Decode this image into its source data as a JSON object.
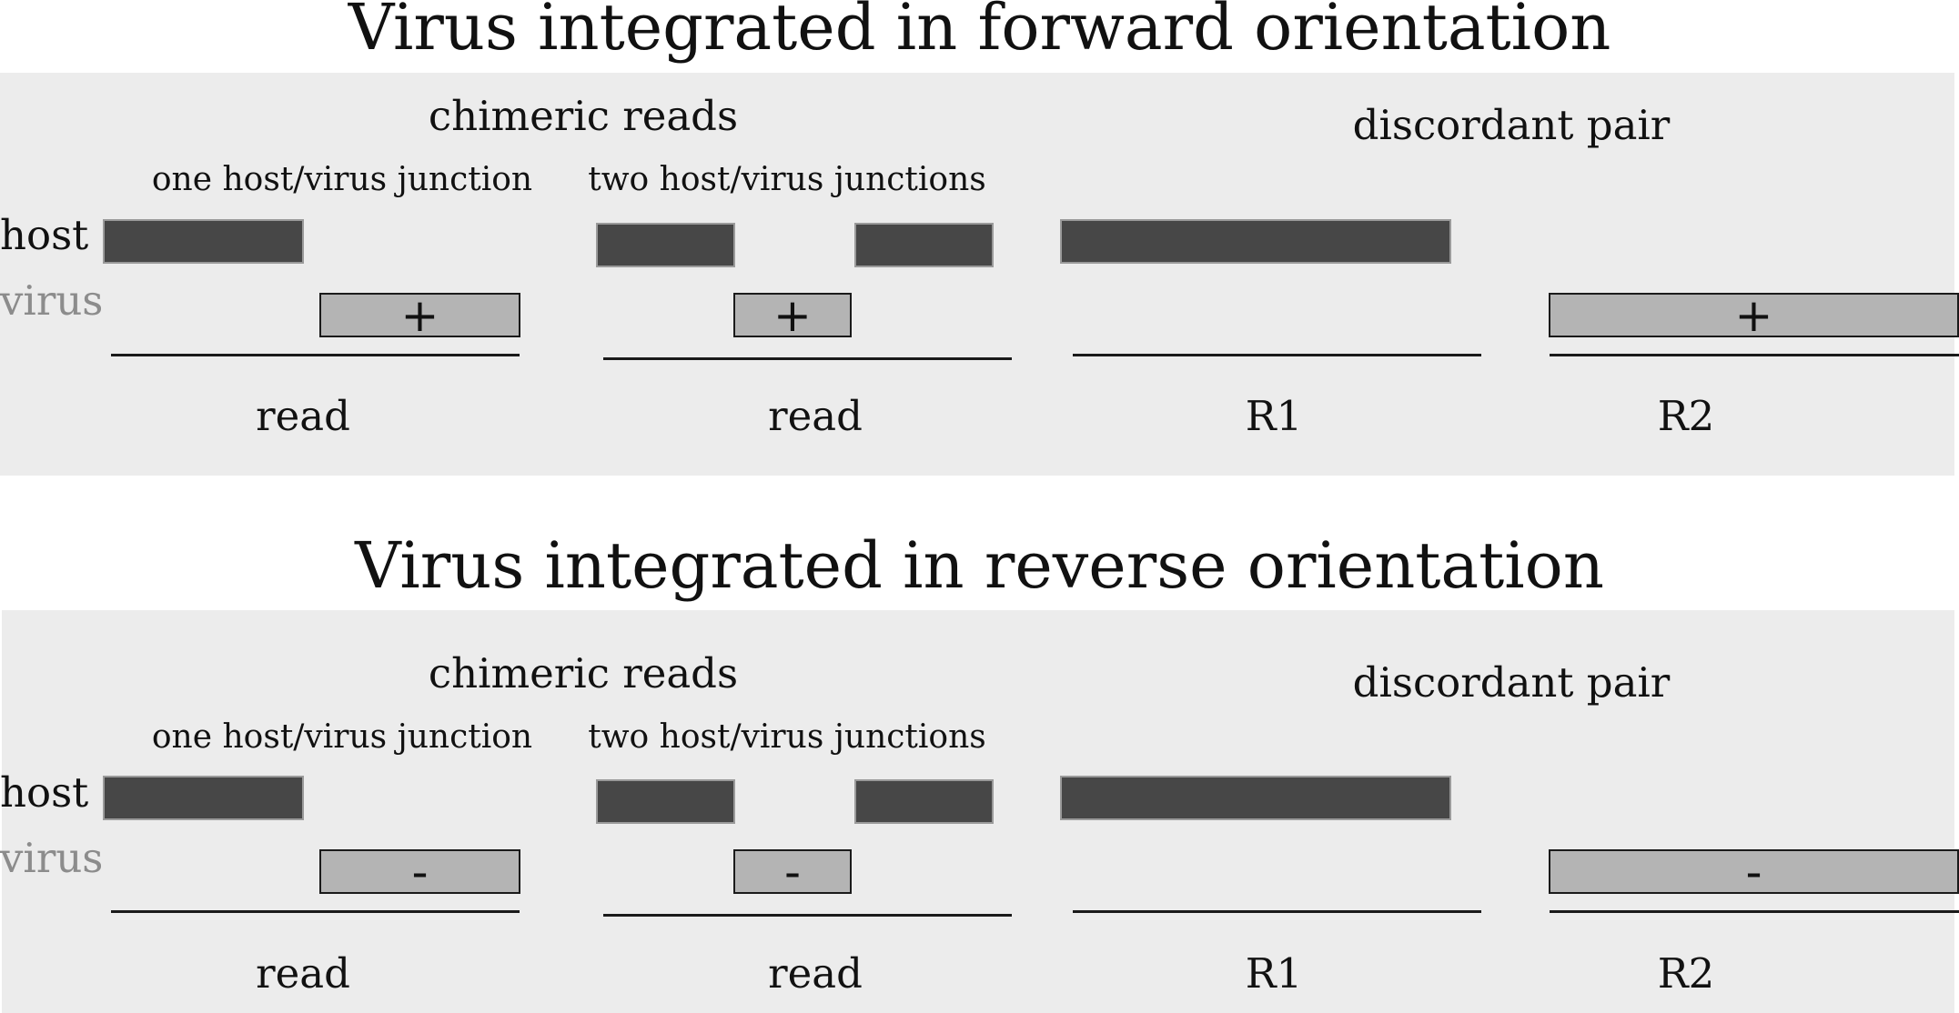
{
  "sections": [
    {
      "title": "Virus integrated in forward orientation",
      "chimeric_heading": "chimeric reads",
      "discordant_heading": "discordant pair",
      "one_junction_label": "one host/virus junction",
      "two_junctions_label": "two host/virus junctions",
      "host_label": "host",
      "virus_label": "virus",
      "orientation_symbol": "+",
      "read_label": "read",
      "r1_label": "R1",
      "r2_label": "R2"
    },
    {
      "title": "Virus integrated in reverse orientation",
      "chimeric_heading": "chimeric reads",
      "discordant_heading": "discordant pair",
      "one_junction_label": "one host/virus junction",
      "two_junctions_label": "two host/virus junctions",
      "host_label": "host",
      "virus_label": "virus",
      "orientation_symbol": "-",
      "read_label": "read",
      "r1_label": "R1",
      "r2_label": "R2"
    }
  ],
  "colors": {
    "panel_background": "#ececec",
    "host_segment": "#474747",
    "virus_segment": "#b4b4b4",
    "virus_label_text": "#8c8c8c"
  }
}
